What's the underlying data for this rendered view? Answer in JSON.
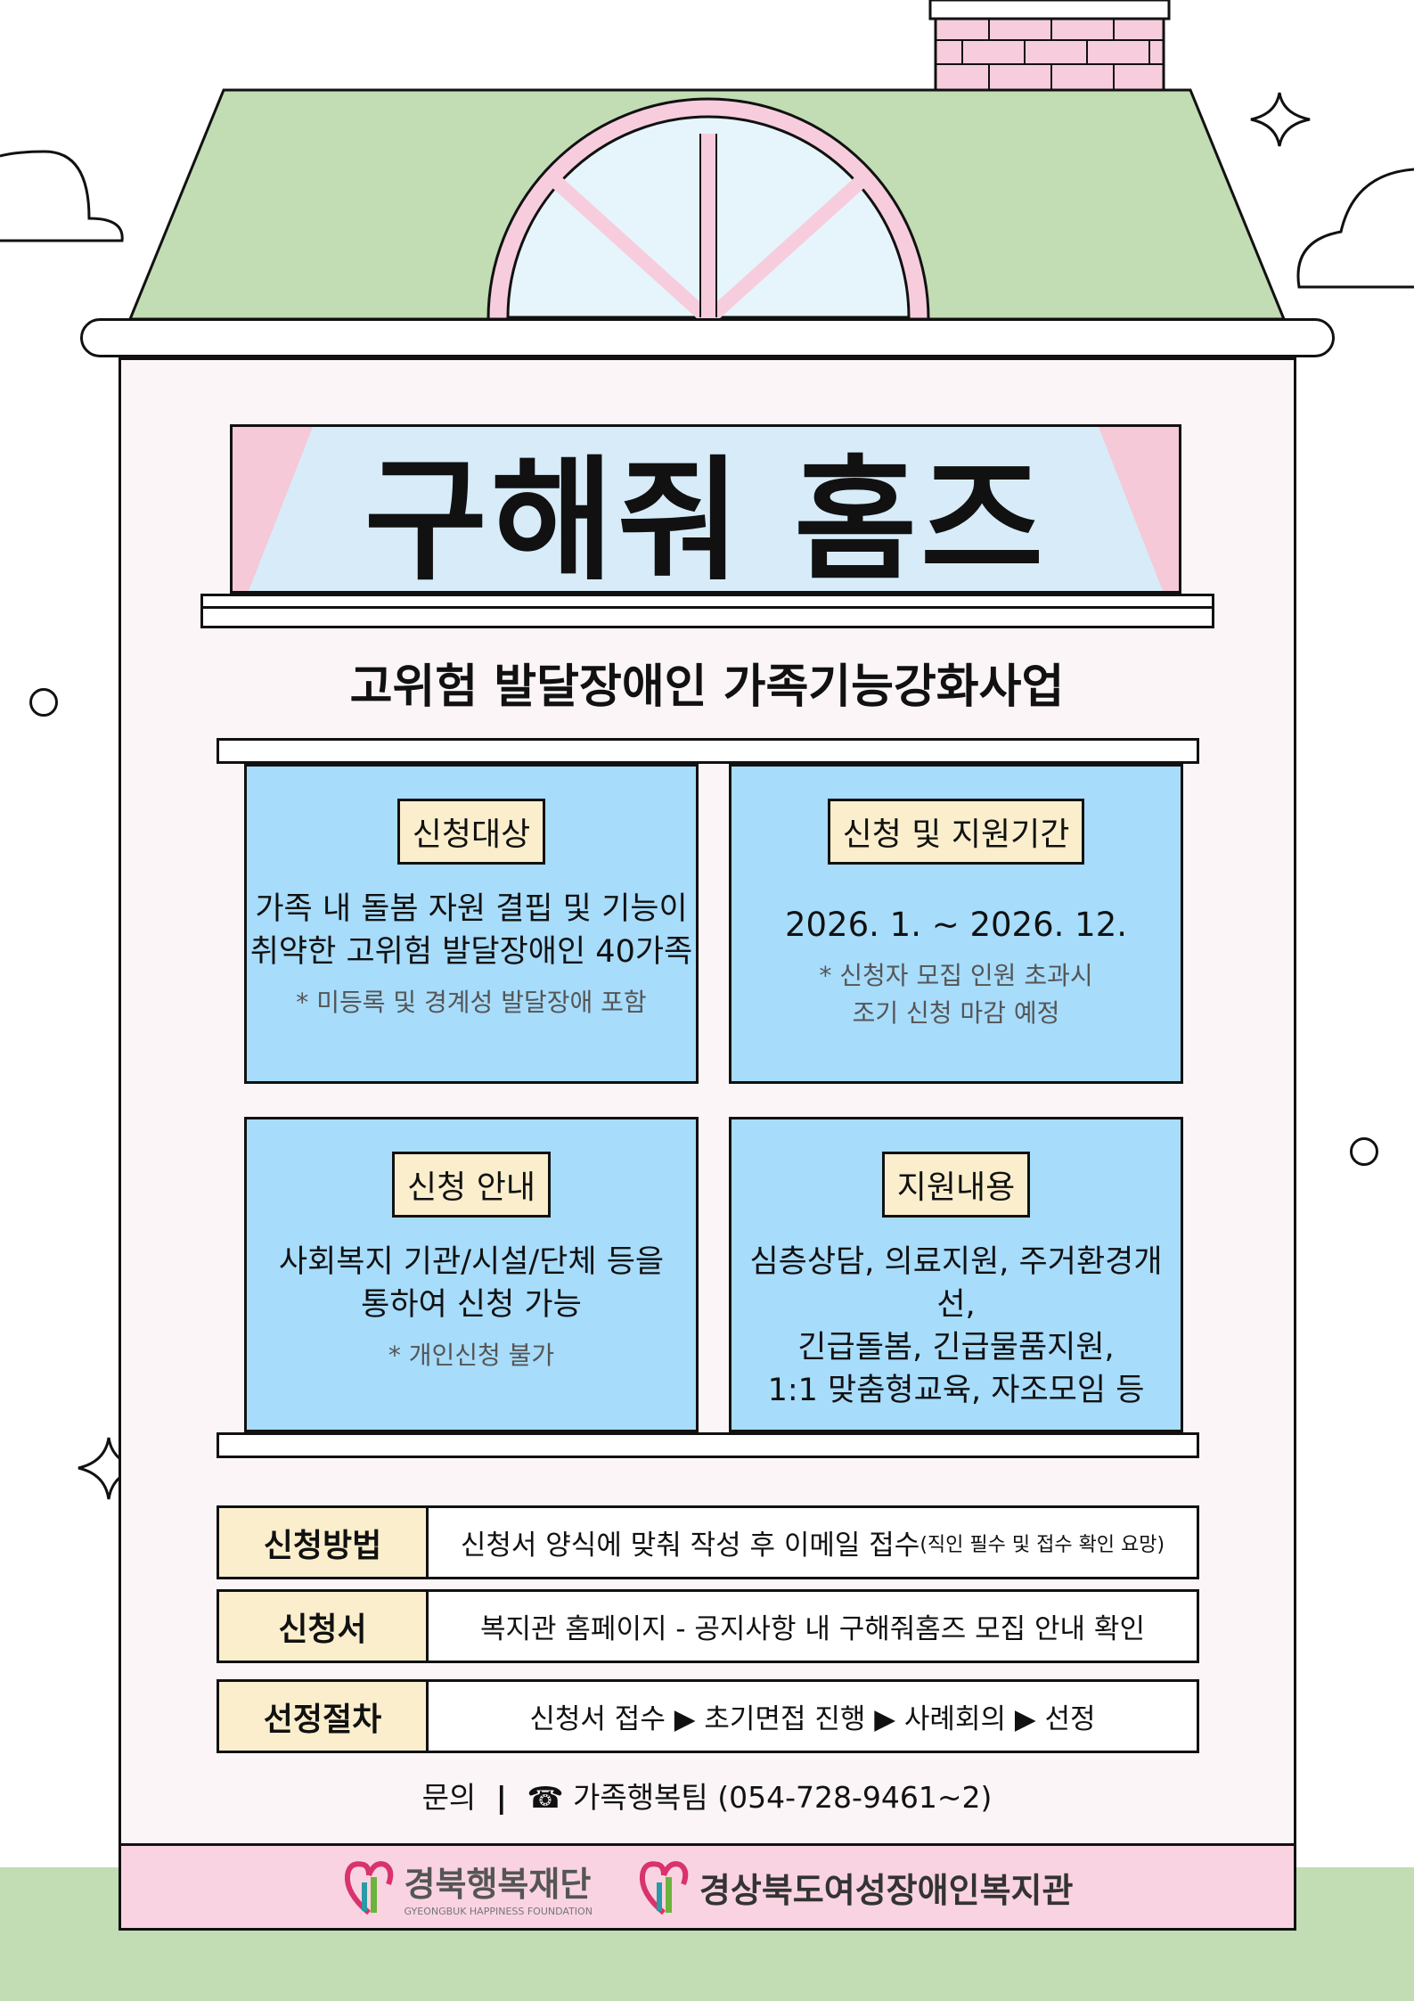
{
  "title": "구해줘 홈즈",
  "subtitle": "고위험 발달장애인 가족기능강화사업",
  "panels": [
    {
      "tag": "신청대상",
      "body": [
        "가족 내 돌봄 자원 결핍 및 기능이",
        "취약한 고위험 발달장애인 40가족"
      ],
      "note": [
        "* 미등록 및 경계성 발달장애 포함"
      ]
    },
    {
      "tag": "신청 및 지원기간",
      "body": [
        "2026. 1. ~ 2026. 12."
      ],
      "note": [
        "* 신청자 모집 인원 초과시",
        "조기 신청 마감 예정"
      ]
    },
    {
      "tag": "신청 안내",
      "body": [
        "사회복지 기관/시설/단체 등을",
        "통하여 신청 가능"
      ],
      "note": [
        "* 개인신청 불가"
      ]
    },
    {
      "tag": "지원내용",
      "body": [
        "심층상담, 의료지원, 주거환경개선,",
        "긴급돌봄, 긴급물품지원,",
        "1:1 맞춤형교육, 자조모임 등"
      ],
      "note": []
    }
  ],
  "rows": [
    {
      "label": "신청방법",
      "value": "신청서 양식에 맞춰 작성 후 이메일 접수",
      "small": "(직인 필수 및 접수 확인 요망)"
    },
    {
      "label": "신청서",
      "value": "복지관 홈페이지 - 공지사항 내 구해줘홈즈 모집 안내 확인",
      "small": ""
    },
    {
      "label": "선정절차",
      "value": "신청서 접수 ▶ 초기면접 진행 ▶ 사례회의 ▶ 선정",
      "small": ""
    }
  ],
  "contact": {
    "label": "문의",
    "separator": "|",
    "phone_icon": "☎",
    "text": "가족행복팀 (054-728-9461~2)"
  },
  "footer": {
    "logo1": "경북행복재단",
    "logo1_en": "GYEONGBUK HAPPINESS FOUNDATION",
    "logo2": "경상북도여성장애인복지관"
  },
  "colors": {
    "roof": "#c2dcb3",
    "window": "#a7dcfb",
    "tag": "#faeecc",
    "footer": "#f9d3e1",
    "sign": "#d7ecf8"
  }
}
